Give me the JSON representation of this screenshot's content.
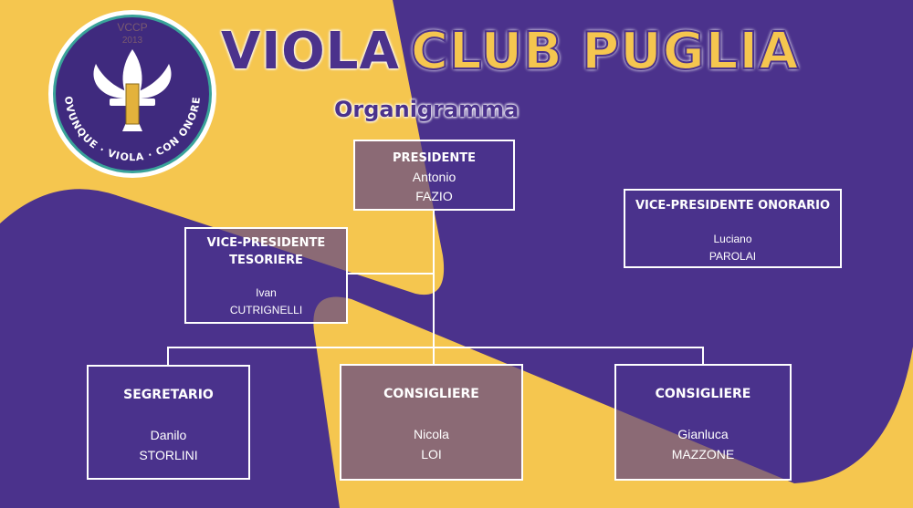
{
  "colors": {
    "yellow": "#F5C64F",
    "purple": "#4B328C",
    "box": "rgba(75,50,140,0.62)"
  },
  "logo": {
    "badge": "VCCP",
    "year": "2013",
    "motto": "OVUNQUE · VIOLA · CON ONORE",
    "icon": "fleur-de-lis-icon"
  },
  "header": {
    "title_part1": "VIOLA",
    "title_part2": "CLUB PUGLIA",
    "subtitle": "Organigramma"
  },
  "chart": {
    "presidente": {
      "role": "PRESIDENTE",
      "first": "Antonio",
      "last": "FAZIO"
    },
    "vp_onorario": {
      "role": "VICE-PRESIDENTE ONORARIO",
      "first": "Luciano",
      "last": "PAROLAI"
    },
    "vp_tesoriere": {
      "role1": "VICE-PRESIDENTE",
      "role2": "TESORIERE",
      "first": "Ivan",
      "last": "CUTRIGNELLI"
    },
    "segretario": {
      "role": "SEGRETARIO",
      "first": "Danilo",
      "last": "STORLINI"
    },
    "consigliere1": {
      "role": "CONSIGLIERE",
      "first": "Nicola",
      "last": "LOI"
    },
    "consigliere2": {
      "role": "CONSIGLIERE",
      "first": "Gianluca",
      "last": "MAZZONE"
    }
  }
}
